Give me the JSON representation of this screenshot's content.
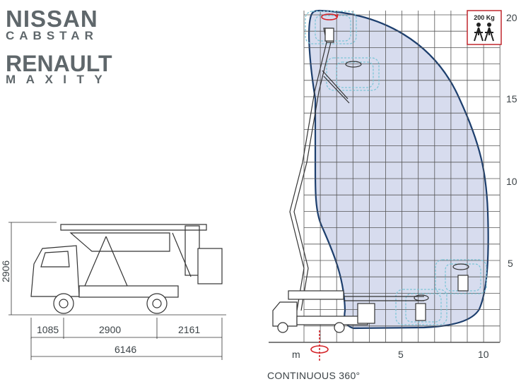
{
  "brands": {
    "line1": "NISSAN",
    "line2": "CABSTAR",
    "line3": "RENAULT",
    "line4": "MAXITY"
  },
  "truck": {
    "height_label": "2906",
    "dim_front_overhang": "1085",
    "dim_wheelbase": "2900",
    "dim_rear_overhang": "2161",
    "dim_total": "6146"
  },
  "working_range": {
    "y_ticks": [
      "20",
      "15",
      "10",
      "5"
    ],
    "x_ticks": [
      "5",
      "10"
    ],
    "x_unit": "m",
    "load_badge": "200 Kg",
    "rotation_note": "CONTINUOUS 360°"
  },
  "colors": {
    "envelope_fill": "#d7dcee",
    "envelope_stroke": "#1d3f6e",
    "grid": "#555555",
    "rotation_red": "#d42328",
    "platform_cyan": "#7ec6d8"
  }
}
